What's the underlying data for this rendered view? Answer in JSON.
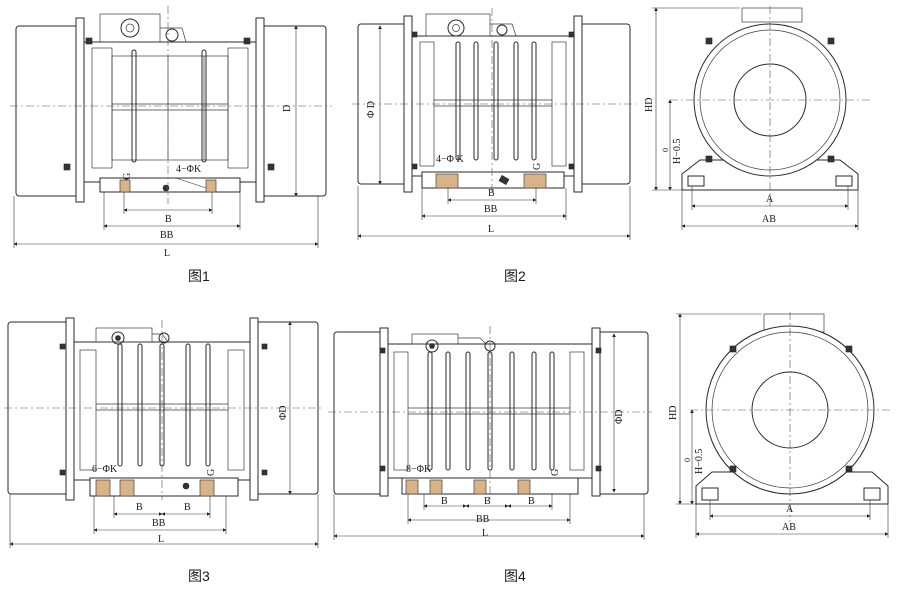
{
  "captions": {
    "fig1": "图1",
    "fig2": "图2",
    "fig3": "图3",
    "fig4": "图4"
  },
  "fig1": {
    "B": "B",
    "BB": "BB",
    "L": "L",
    "D": "D",
    "G": "G",
    "hole": "4−ΦK"
  },
  "fig2": {
    "B": "B",
    "BB": "BB",
    "L": "L",
    "D": "Φ D",
    "G": "G",
    "hole": "4−Φ K"
  },
  "fig3": {
    "B1": "B",
    "B2": "B",
    "BB": "BB",
    "L": "L",
    "D": "ΦD",
    "G": "G",
    "hole": "6−ΦK"
  },
  "fig4": {
    "B1": "B",
    "B2": "B",
    "B3": "B",
    "BB": "BB",
    "L": "L",
    "D": "ΦD",
    "G": "G",
    "hole": "8−ΦK"
  },
  "end_top": {
    "HD": "HD",
    "H": "H−0.5",
    "tol": "0",
    "A": "A",
    "AB": "AB"
  },
  "end_bottom": {
    "HD": "HD",
    "H": "H−0.5",
    "tol": "0",
    "A": "A",
    "AB": "AB"
  }
}
